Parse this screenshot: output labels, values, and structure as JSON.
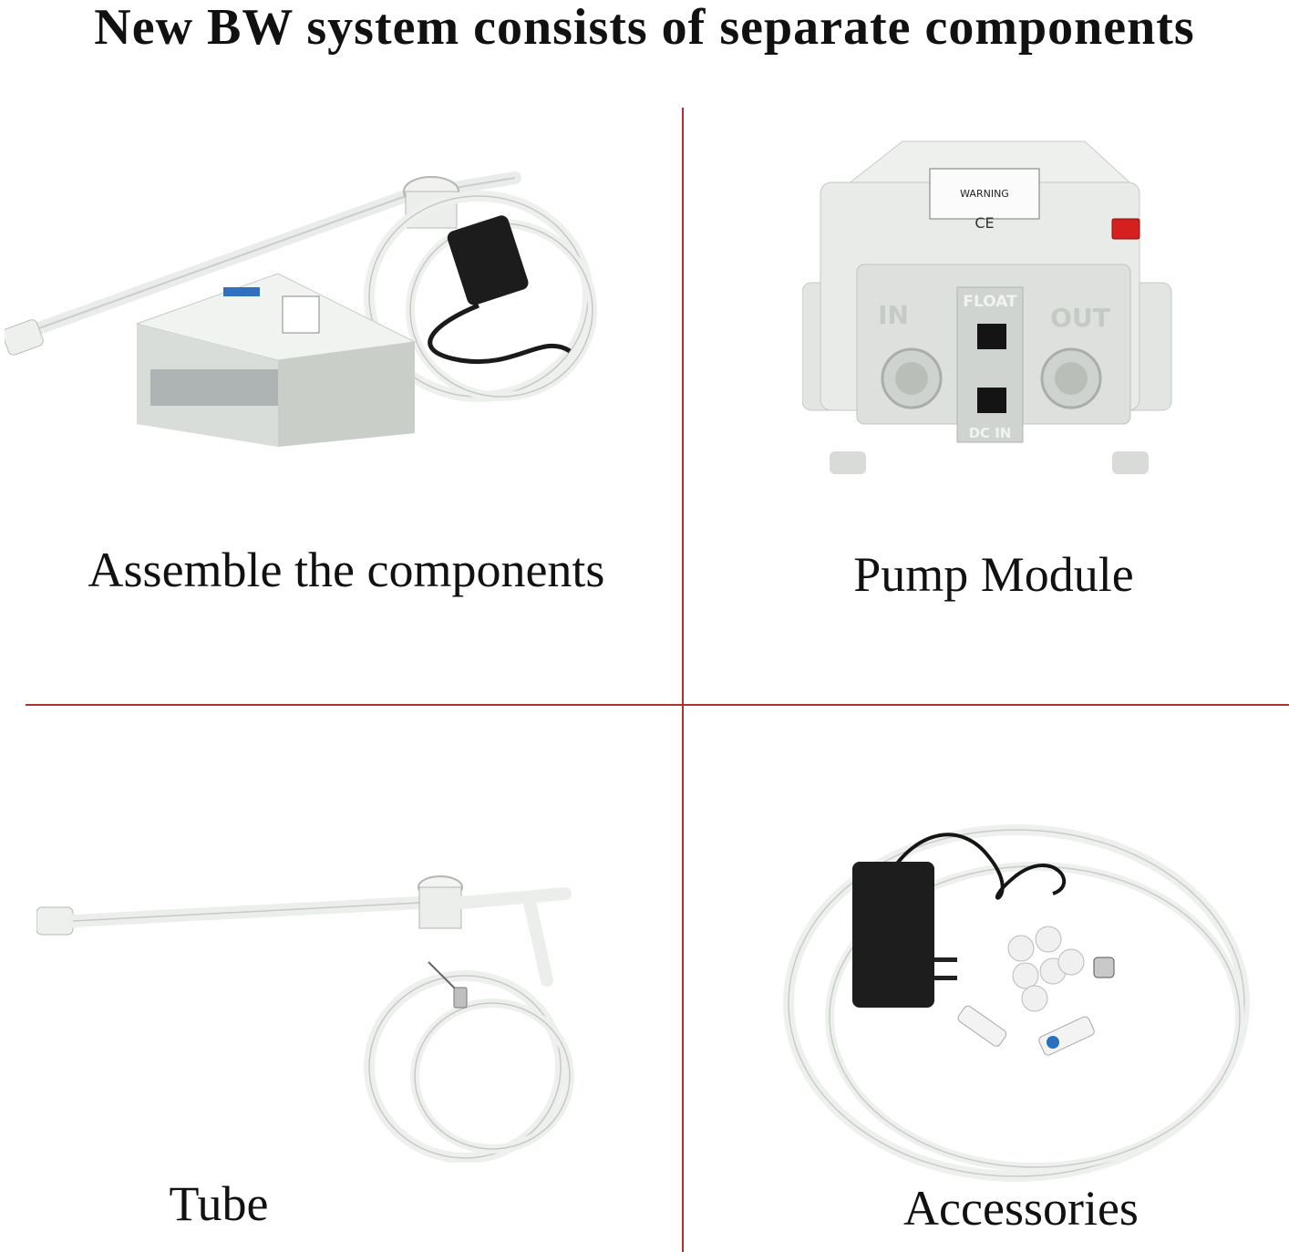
{
  "headline": "New BW system consists of separate components",
  "panels": [
    {
      "caption": "Assemble the components",
      "photo_icon": "pump-system-assembled-photo"
    },
    {
      "caption": "Pump Module",
      "photo_icon": "pump-module-photo"
    },
    {
      "caption": "Tube",
      "photo_icon": "suction-tube-photo"
    },
    {
      "caption": "Accessories",
      "photo_icon": "accessories-kit-photo"
    }
  ],
  "pump_labels": {
    "in": "IN",
    "out": "OUT",
    "float": "FLOAT",
    "dc_in": "DC IN",
    "warning": "WARNING",
    "ce": "CE"
  },
  "colors": {
    "divider": "#b03030",
    "text": "#111111",
    "switch": "#d62020",
    "hose_ring": "#2a70c0"
  }
}
